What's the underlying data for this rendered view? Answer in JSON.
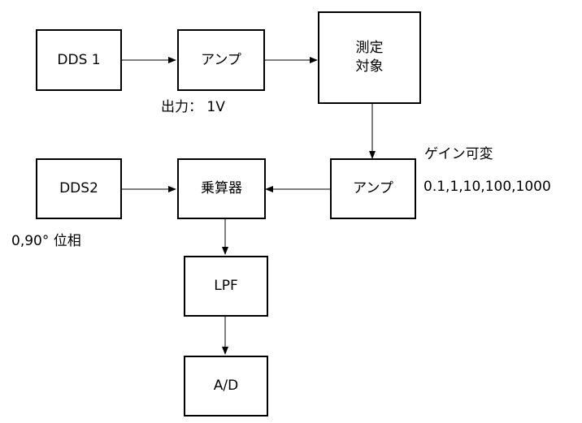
{
  "blocks": {
    "dds1": "DDS 1",
    "amp_top": "アンプ",
    "target": "測定\n対象",
    "dds2": "DDS2",
    "multiplier": "乗算器",
    "amp_bottom": "アンプ",
    "lpf": "LPF",
    "ad": "A/D"
  },
  "annotations": {
    "output": "出力： 1V",
    "gain_title": "ゲイン可変",
    "gain_values": "0.1,1,10,100,1000",
    "phase": "0,90° 位相"
  }
}
